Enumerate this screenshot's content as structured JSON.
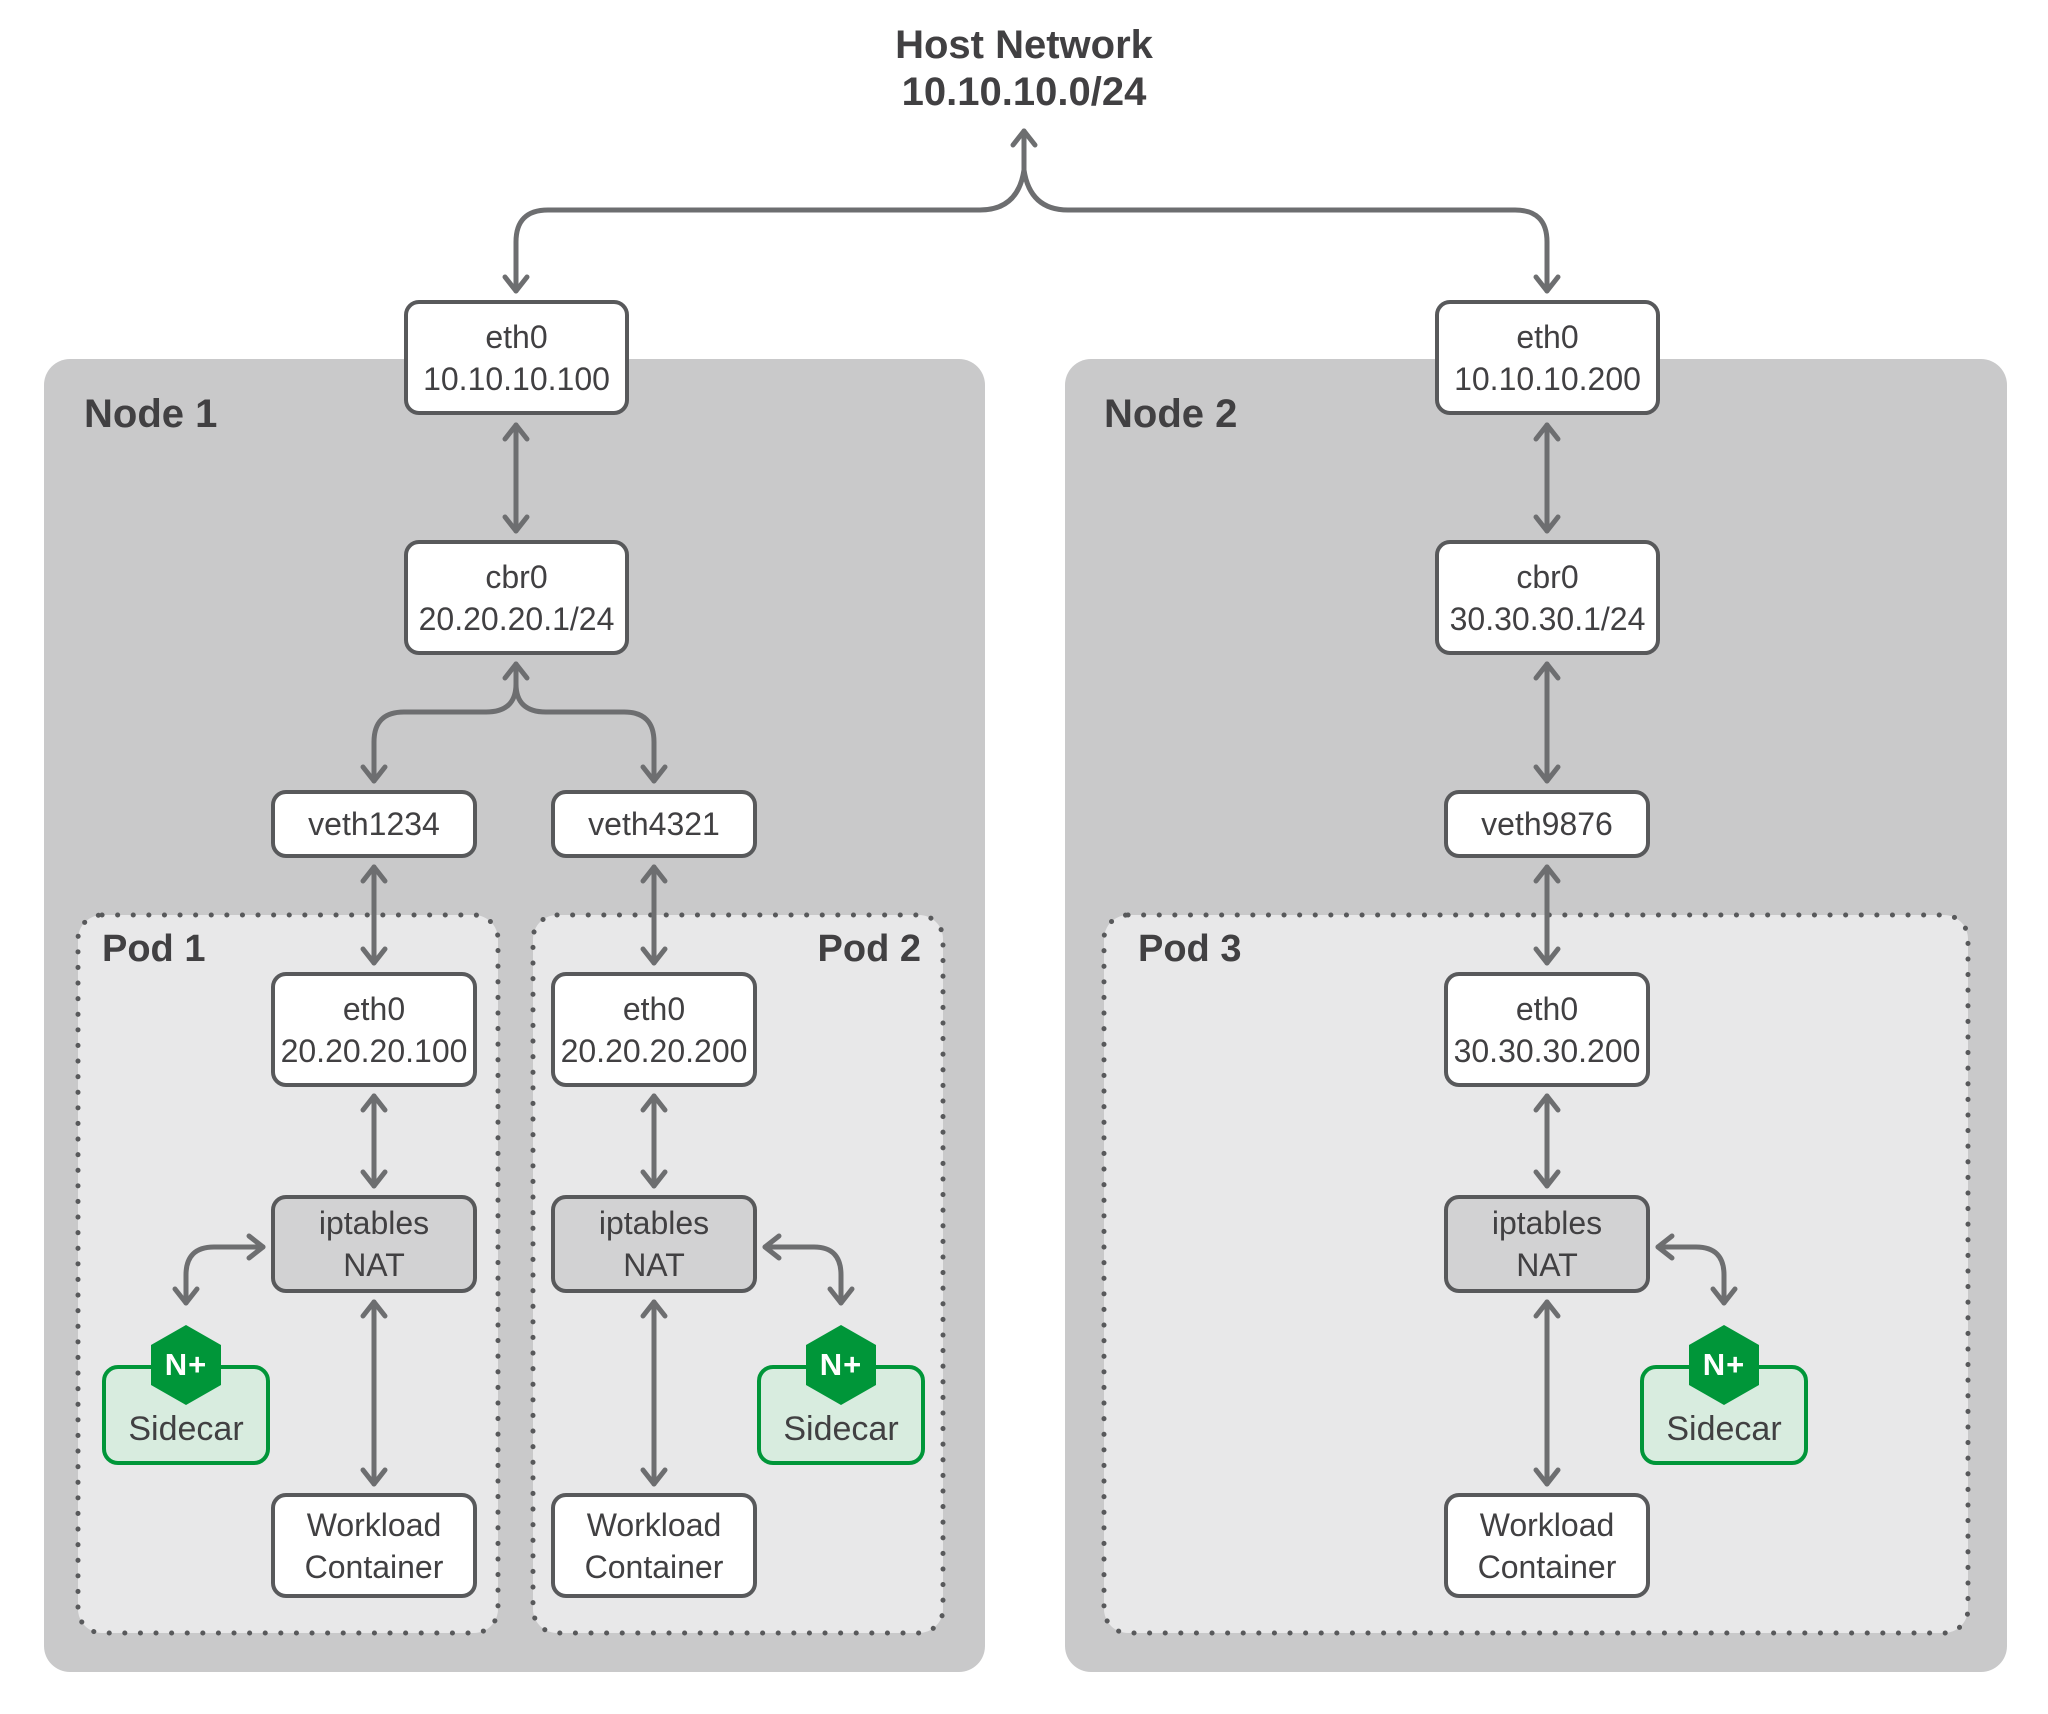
{
  "host_network": {
    "label": "Host Network",
    "cidr": "10.10.10.0/24"
  },
  "node1": {
    "label": "Node 1",
    "eth0_name": "eth0",
    "eth0_ip": "10.10.10.100",
    "cbr0_name": "cbr0",
    "cbr0_ip": "20.20.20.1/24",
    "veths": [
      {
        "name": "veth1234"
      },
      {
        "name": "veth4321"
      }
    ]
  },
  "node2": {
    "label": "Node 2",
    "eth0_name": "eth0",
    "eth0_ip": "10.10.10.200",
    "cbr0_name": "cbr0",
    "cbr0_ip": "30.30.30.1/24",
    "veths": [
      {
        "name": "veth9876"
      }
    ]
  },
  "pods": {
    "pod1": {
      "label": "Pod 1",
      "eth0_name": "eth0",
      "eth0_ip": "20.20.20.100",
      "iptables_line1": "iptables",
      "iptables_line2": "NAT",
      "sidecar_logo": "N+",
      "sidecar_label": "Sidecar",
      "workload_line1": "Workload",
      "workload_line2": "Container"
    },
    "pod2": {
      "label": "Pod 2",
      "eth0_name": "eth0",
      "eth0_ip": "20.20.20.200",
      "iptables_line1": "iptables",
      "iptables_line2": "NAT",
      "sidecar_logo": "N+",
      "sidecar_label": "Sidecar",
      "workload_line1": "Workload",
      "workload_line2": "Container"
    },
    "pod3": {
      "label": "Pod 3",
      "eth0_name": "eth0",
      "eth0_ip": "30.30.30.200",
      "iptables_line1": "iptables",
      "iptables_line2": "NAT",
      "sidecar_logo": "N+",
      "sidecar_label": "Sidecar",
      "workload_line1": "Workload",
      "workload_line2": "Container"
    }
  },
  "colors": {
    "nginx_green": "#009639",
    "sidecar_fill": "#d8ecdf",
    "node_fill": "#c9c9ca",
    "pod_fill": "#e8e8e9",
    "iptables_fill": "#d2d2d3",
    "box_border": "#58595b",
    "arrow": "#6d6e70",
    "text": "#414042"
  }
}
